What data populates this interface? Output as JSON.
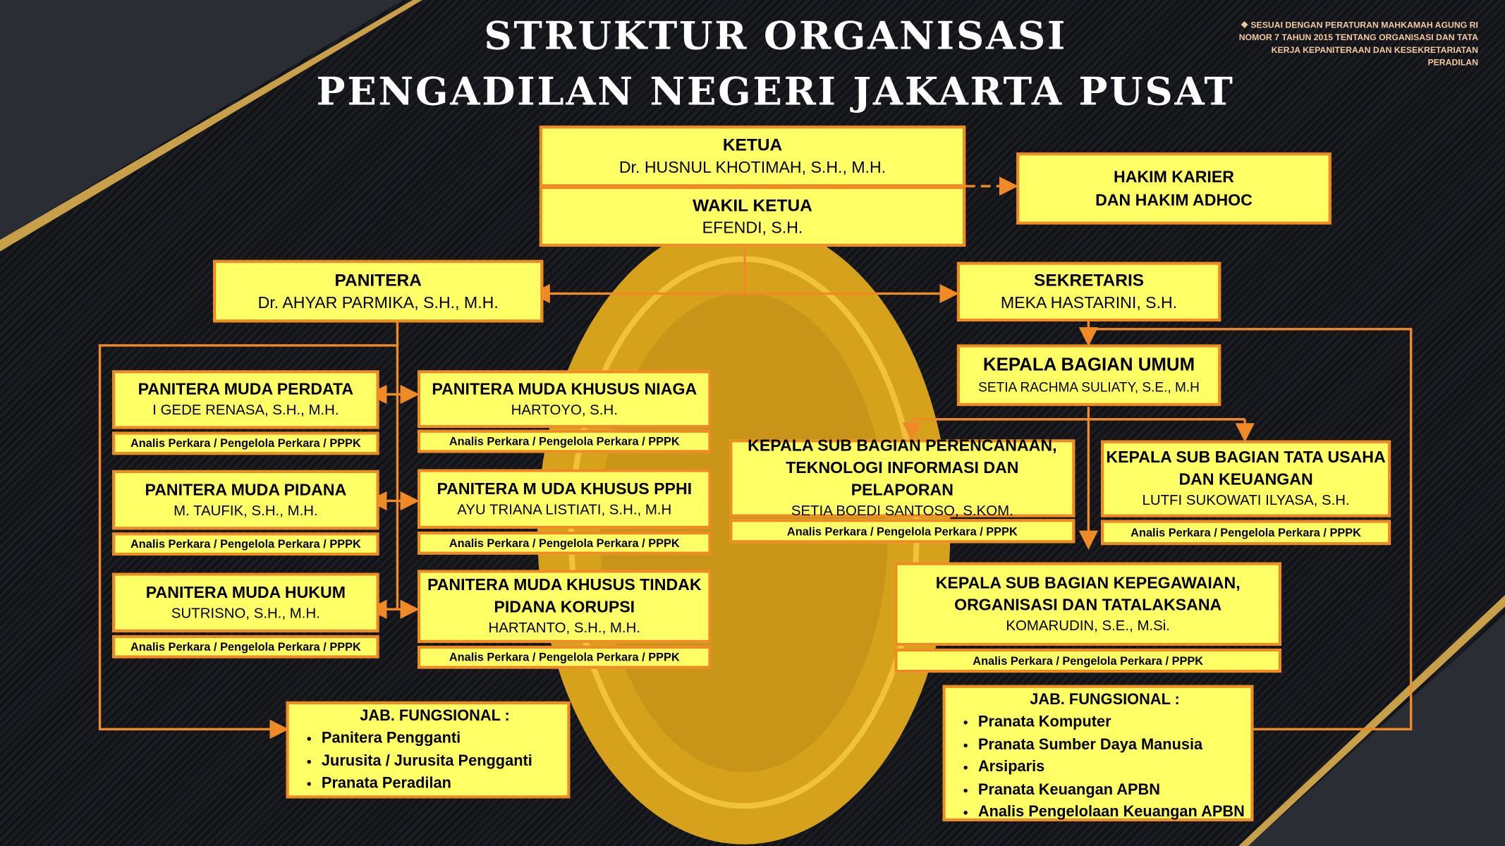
{
  "title": {
    "line1": "STRUKTUR ORGANISASI",
    "line2": "PENGADILAN NEGERI JAKARTA PUSAT"
  },
  "note": {
    "bullet": "❖",
    "text": "SESUAI DENGAN PERATURAN MAHKAMAH AGUNG RI NOMOR 7 TAHUN 2015 TENTANG ORGANISASI DAN TATA KERJA KEPANITERAAN DAN KESEKRETARIATAN PERADILAN"
  },
  "analis": "Analis Perkara / Pengelola Perkara / PPPK",
  "ketua": {
    "title": "KETUA",
    "name": "Dr. HUSNUL KHOTIMAH, S.H., M.H."
  },
  "wakil": {
    "title": "WAKIL KETUA",
    "name": "EFENDI, S.H."
  },
  "hakim": {
    "line1": "HAKIM KARIER",
    "line2": "DAN HAKIM ADHOC"
  },
  "panitera": {
    "title": "PANITERA",
    "name": "Dr. AHYAR PARMIKA, S.H., M.H."
  },
  "sekretaris": {
    "title": "SEKRETARIS",
    "name": "MEKA HASTARINI, S.H."
  },
  "kabag": {
    "title": "KEPALA BAGIAN UMUM",
    "name": "SETIA RACHMA SULIATY, S.E., M.H"
  },
  "pm_perdata": {
    "title": "PANITERA MUDA PERDATA",
    "name": "I GEDE RENASA, S.H., M.H."
  },
  "pm_pidana": {
    "title": "PANITERA MUDA PIDANA",
    "name": "M. TAUFIK, S.H., M.H."
  },
  "pm_hukum": {
    "title": "PANITERA MUDA HUKUM",
    "name": "SUTRISNO, S.H., M.H."
  },
  "pm_niaga": {
    "title": "PANITERA MUDA KHUSUS NIAGA",
    "name": "HARTOYO, S.H."
  },
  "pm_pphi": {
    "title": "PANITERA M UDA KHUSUS PPHI",
    "name": "AYU TRIANA LISTIATI, S.H., M.H"
  },
  "pm_tipikor": {
    "title1": "PANITERA MUDA KHUSUS TINDAK",
    "title2": "PIDANA KORUPSI",
    "name": "HARTANTO, S.H., M.H."
  },
  "ksb_perencanaan": {
    "title1": "KEPALA SUB BAGIAN PERENCANAAN,",
    "title2": "TEKNOLOGI INFORMASI DAN PELAPORAN",
    "name": "SETIA BOEDI SANTOSO, S.KOM."
  },
  "ksb_tu": {
    "title1": "KEPALA SUB BAGIAN TATA USAHA",
    "title2": "DAN KEUANGAN",
    "name": "LUTFI SUKOWATI ILYASA, S.H."
  },
  "ksb_kepeg": {
    "title1": "KEPALA SUB BAGIAN KEPEGAWAIAN,",
    "title2": "ORGANISASI DAN TATALAKSANA",
    "name": "KOMARUDIN, S.E., M.Si."
  },
  "jf_left": {
    "title": "JAB. FUNGSIONAL :",
    "items": [
      "Panitera Pengganti",
      "Jurusita / Jurusita Pengganti",
      "Pranata Peradilan"
    ]
  },
  "jf_right": {
    "title": "JAB. FUNGSIONAL :",
    "items": [
      "Pranata Komputer",
      "Pranata Sumber Daya Manusia",
      "Arsiparis",
      "Pranata Keuangan APBN",
      "Analis Pengelolaan Keuangan APBN"
    ]
  }
}
